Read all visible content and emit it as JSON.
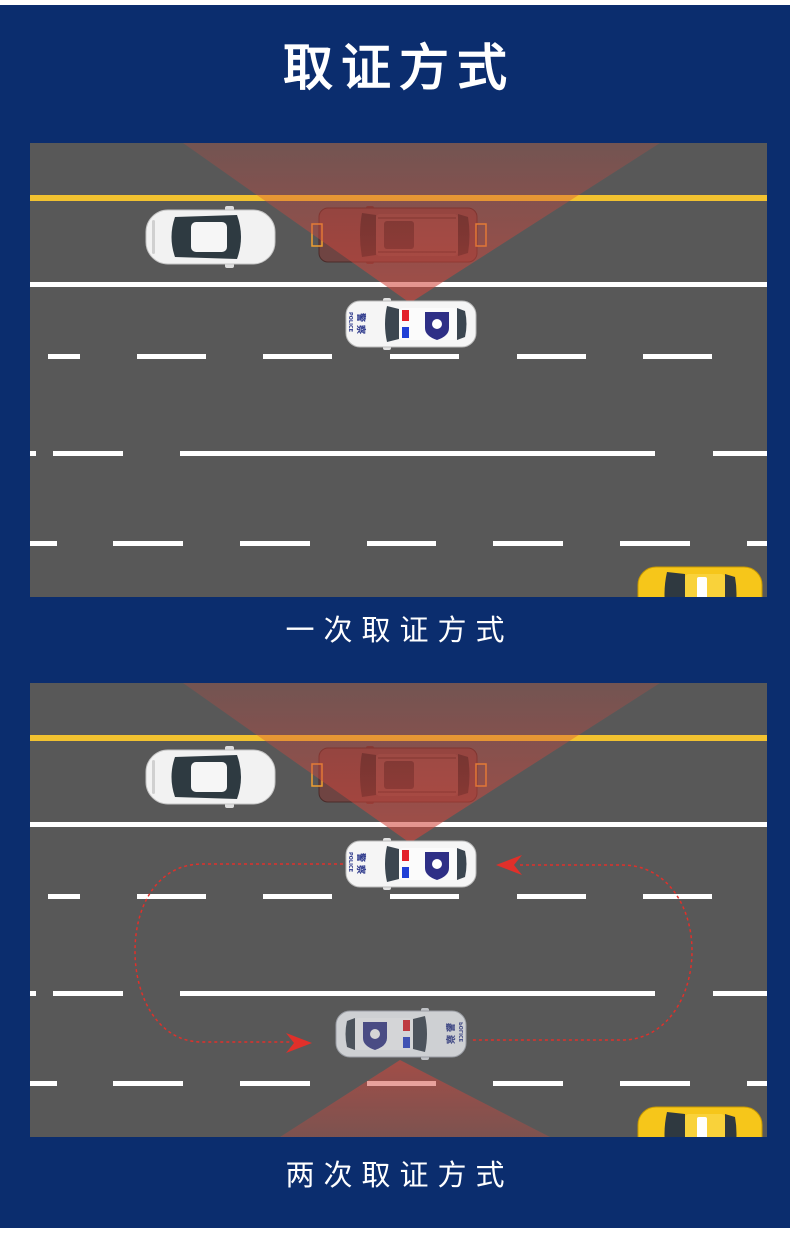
{
  "title": "取证方式",
  "scenes": [
    {
      "caption": "一次取证方式"
    },
    {
      "caption": "两次取证方式"
    }
  ],
  "police_car": {
    "label_cn": "警察",
    "label_en": "POLICE"
  },
  "colors": {
    "background": "#0b2d6e",
    "text": "#ffffff",
    "asphalt": "#585858",
    "center_line": "#f2c230",
    "lane_line": "#ffffff",
    "capture_zone": "#d2463c",
    "patrol_route": "#e0302a"
  }
}
